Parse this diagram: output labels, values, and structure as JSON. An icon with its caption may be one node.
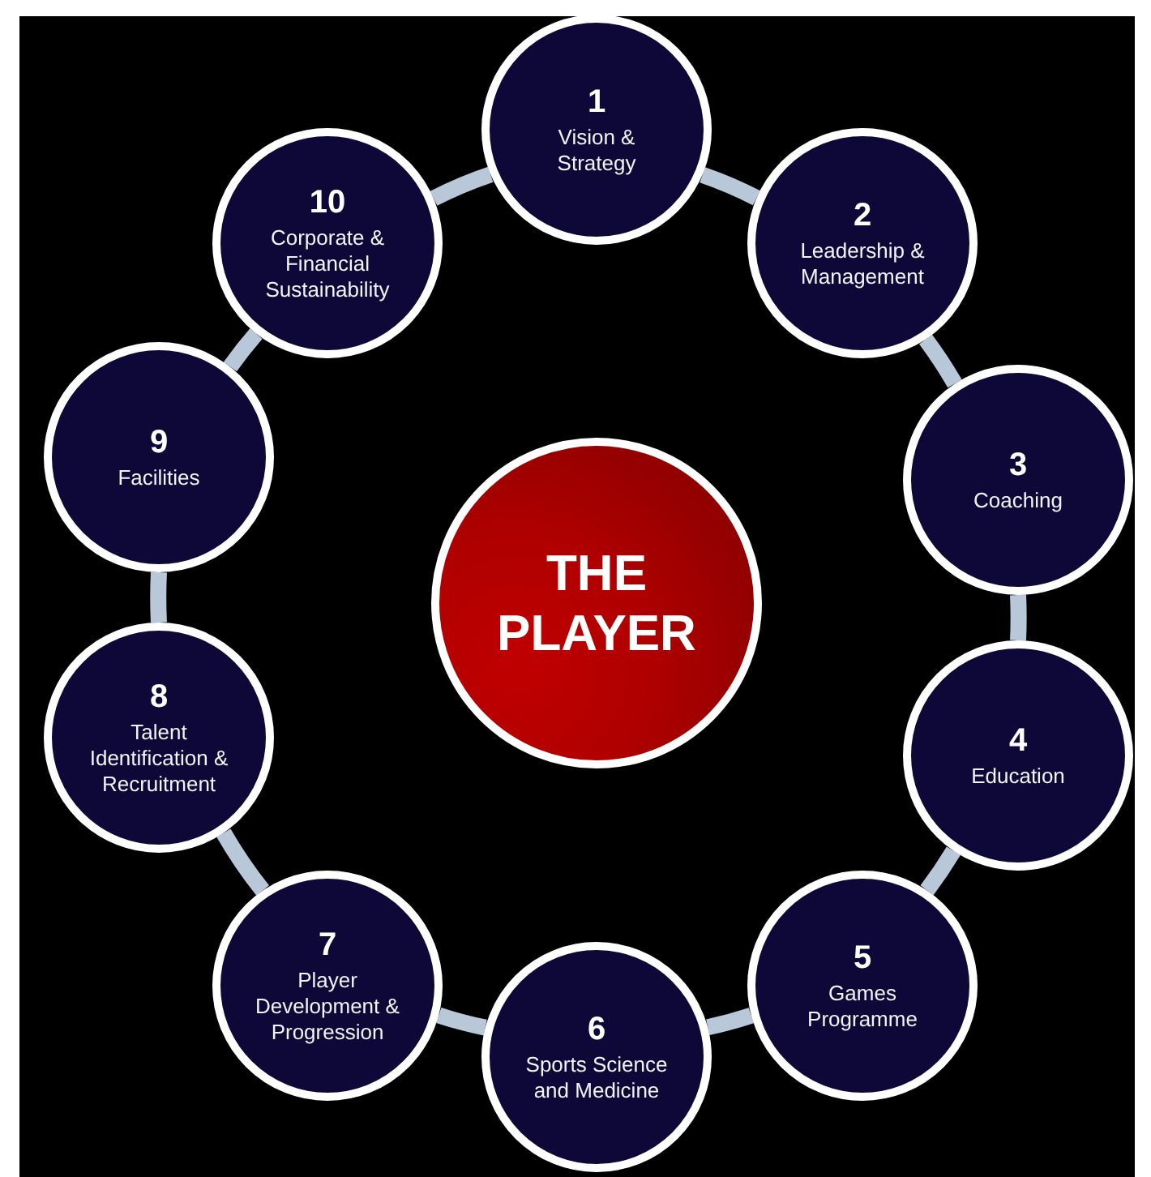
{
  "diagram": {
    "nodes": [
      {
        "text": [
          "1",
          "Vision & Strategy"
        ]
      },
      {
        "text": [
          "2",
          "Leadership & Management"
        ]
      },
      {
        "text": [
          "3",
          "Coaching"
        ]
      },
      {
        "text": [
          "4",
          "Education"
        ]
      },
      {
        "text": [
          "5",
          "Games Programme"
        ]
      },
      {
        "text": [
          "6",
          "Sports Science and Medicine"
        ]
      },
      {
        "text": [
          "7",
          "Player Development & Progression"
        ]
      },
      {
        "text": [
          "8",
          "Talent Identification & Recruitment"
        ]
      },
      {
        "text": [
          "9",
          "Facilities"
        ]
      },
      {
        "text": [
          "10",
          "Corporate & Financial Sustainability"
        ]
      },
      {
        "text": [
          "THE PLAYER"
        ]
      }
    ],
    "edges": [
      {
        "from": 0,
        "to": 1,
        "arrow": "none"
      },
      {
        "from": 1,
        "to": 2,
        "arrow": "none"
      },
      {
        "from": 2,
        "to": 3,
        "arrow": "none"
      },
      {
        "from": 3,
        "to": 4,
        "arrow": "none"
      },
      {
        "from": 4,
        "to": 5,
        "arrow": "none"
      },
      {
        "from": 5,
        "to": 6,
        "arrow": "none"
      },
      {
        "from": 6,
        "to": 7,
        "arrow": "none"
      },
      {
        "from": 7,
        "to": 8,
        "arrow": "none"
      },
      {
        "from": 8,
        "to": 9,
        "arrow": "none"
      },
      {
        "from": 9,
        "to": 0,
        "arrow": "none"
      }
    ]
  }
}
